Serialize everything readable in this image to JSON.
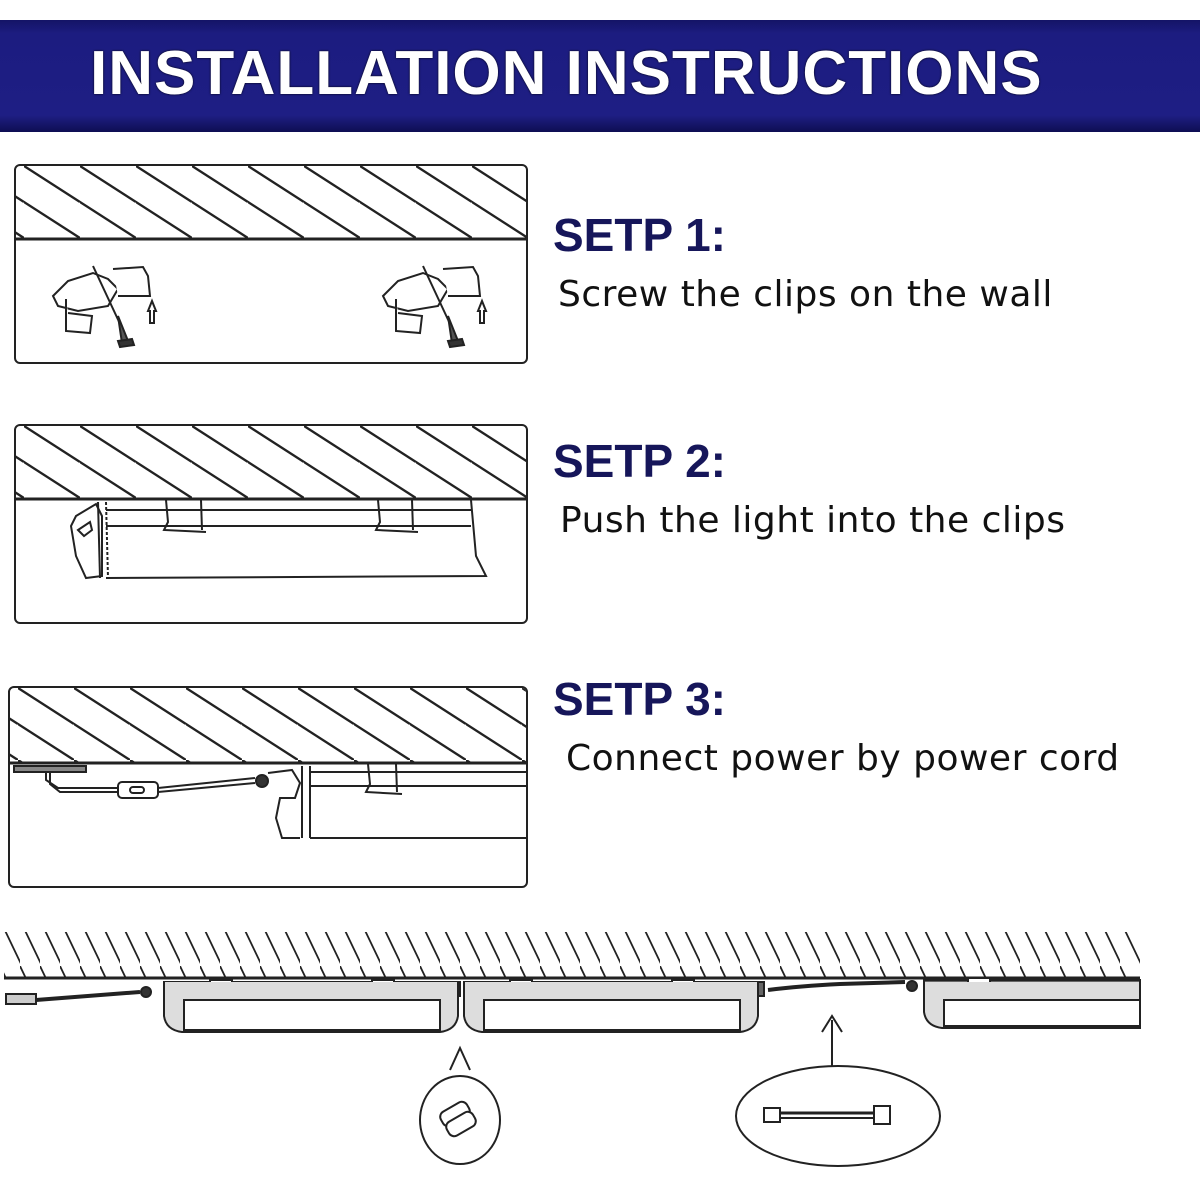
{
  "header": {
    "title": "INSTALLATION INSTRUCTIONS",
    "background_color": "#1e1e84",
    "text_color": "#ffffff"
  },
  "steps": [
    {
      "title": "SETP 1:",
      "description": "Screw the clips on the wall",
      "illustration": "clips-screwed-to-wall"
    },
    {
      "title": "SETP 2:",
      "description": "Push the light into the clips",
      "illustration": "light-pushed-into-clips"
    },
    {
      "title": "SETP 3:",
      "description": "Connect power by power cord",
      "illustration": "power-cord-connected"
    }
  ],
  "bottom_diagram": {
    "illustration": "linked-lights-on-ceiling",
    "callouts": [
      "end-caps-connector",
      "linking-cable"
    ]
  },
  "colors": {
    "step_title": "#16165a",
    "step_text": "#111111",
    "line": "#222222"
  }
}
